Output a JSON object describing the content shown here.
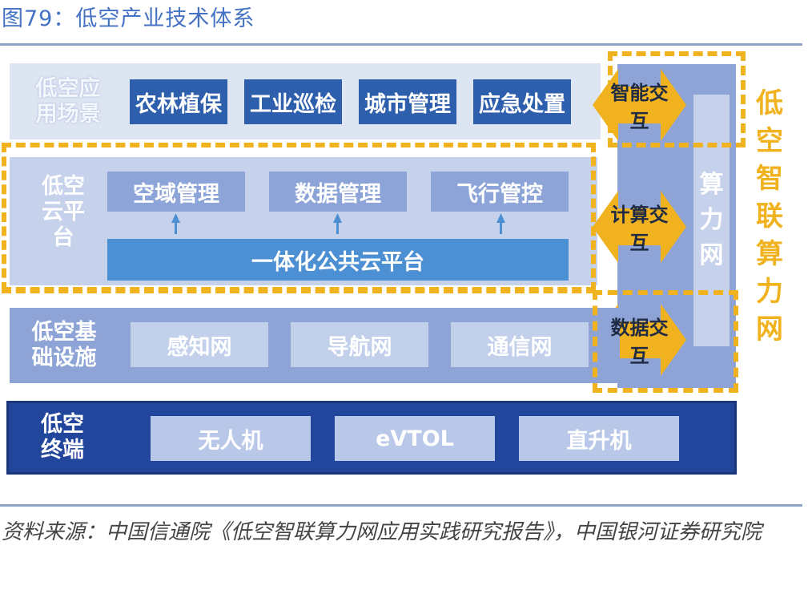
{
  "title": "图79：低空产业技术体系",
  "layers": {
    "application": {
      "label": "低空应用场景",
      "items": [
        "农林植保",
        "工业巡检",
        "城市管理",
        "应急处置"
      ]
    },
    "cloud_platform": {
      "label": "低空云平台",
      "modules": [
        "空域管理",
        "数据管理",
        "飞行管控"
      ],
      "platform": "一体化公共云平台"
    },
    "infrastructure": {
      "label": "低空基础设施",
      "items": [
        "感知网",
        "导航网",
        "通信网"
      ]
    },
    "terminal": {
      "label": "低空终端",
      "items": [
        "无人机",
        "eVTOL",
        "直升机"
      ]
    }
  },
  "interactions": [
    "智能交互",
    "计算交互",
    "数据交互"
  ],
  "compute_network": "算力网",
  "side_title": "低空智联算力网",
  "source": "资料来源：中国信通院《低空智联算力网应用实践研究报告》，中国银河证券研究院",
  "colors": {
    "title_blue": "#4472c4",
    "dash_yellow": "#f0b21e",
    "tile_blue": "#2e5fad",
    "terminal_navy": "#22469b",
    "infra_blue": "#8ea4d6",
    "platform_blue": "#4c8fd2"
  }
}
